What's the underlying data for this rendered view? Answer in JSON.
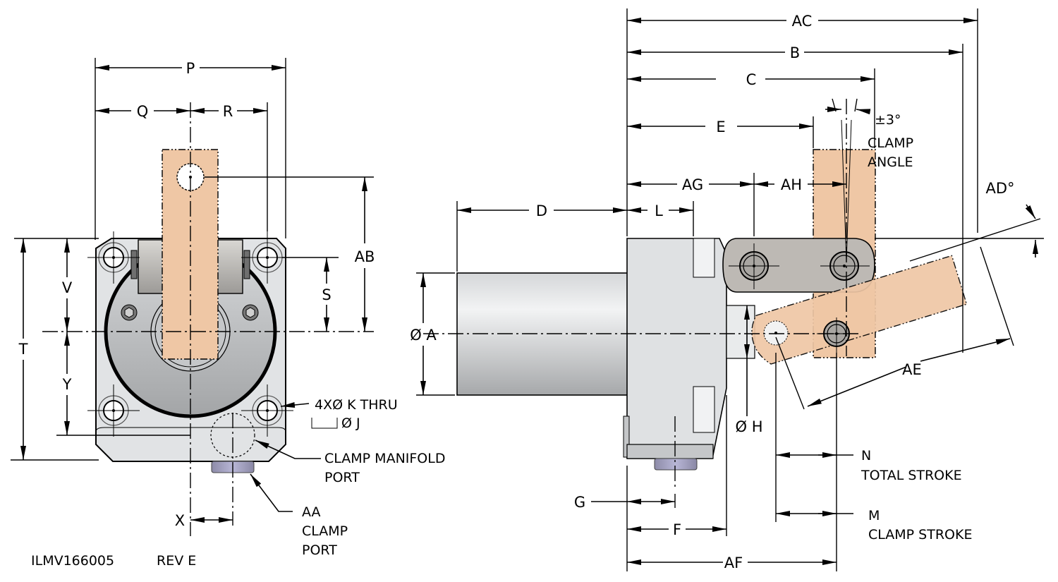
{
  "drawing": {
    "part_number": "ILMV166005",
    "revision": "REV E",
    "colors": {
      "clamp_arm": "#efc7a5",
      "body_light": "#e4e6e8",
      "body_mid": "#c9cbcd",
      "body_dark": "#a9abad",
      "port_fitting": "#a8a6c8"
    }
  },
  "front_view": {
    "dimensions": {
      "P": "P",
      "Q": "Q",
      "R": "R",
      "S": "S",
      "T": "T",
      "V": "V",
      "Y": "Y",
      "X": "X",
      "AB": "AB"
    },
    "callouts": {
      "thru_hole_line1": "4XØ K THRU",
      "counterbore_line2": "Ø J",
      "manifold_port_line1": "CLAMP MANIFOLD",
      "manifold_port_line2": "PORT",
      "clamp_port_line1": "AA",
      "clamp_port_line2": "CLAMP",
      "clamp_port_line3": "PORT"
    }
  },
  "side_view": {
    "dimensions": {
      "AC": "AC",
      "B": "B",
      "C": "C",
      "E": "E",
      "AG": "AG",
      "AH": "AH",
      "D": "D",
      "L": "L",
      "A": "Ø A",
      "H": "Ø H",
      "G": "G",
      "F": "F",
      "AF": "AF",
      "AE": "AE",
      "AD": "AD°"
    },
    "callouts": {
      "clamp_angle_value": "±3°",
      "clamp_angle_line1": "CLAMP",
      "clamp_angle_line2": "ANGLE",
      "total_stroke_letter": "N",
      "total_stroke_label": "TOTAL STROKE",
      "clamp_stroke_letter": "M",
      "clamp_stroke_label": "CLAMP STROKE"
    }
  }
}
